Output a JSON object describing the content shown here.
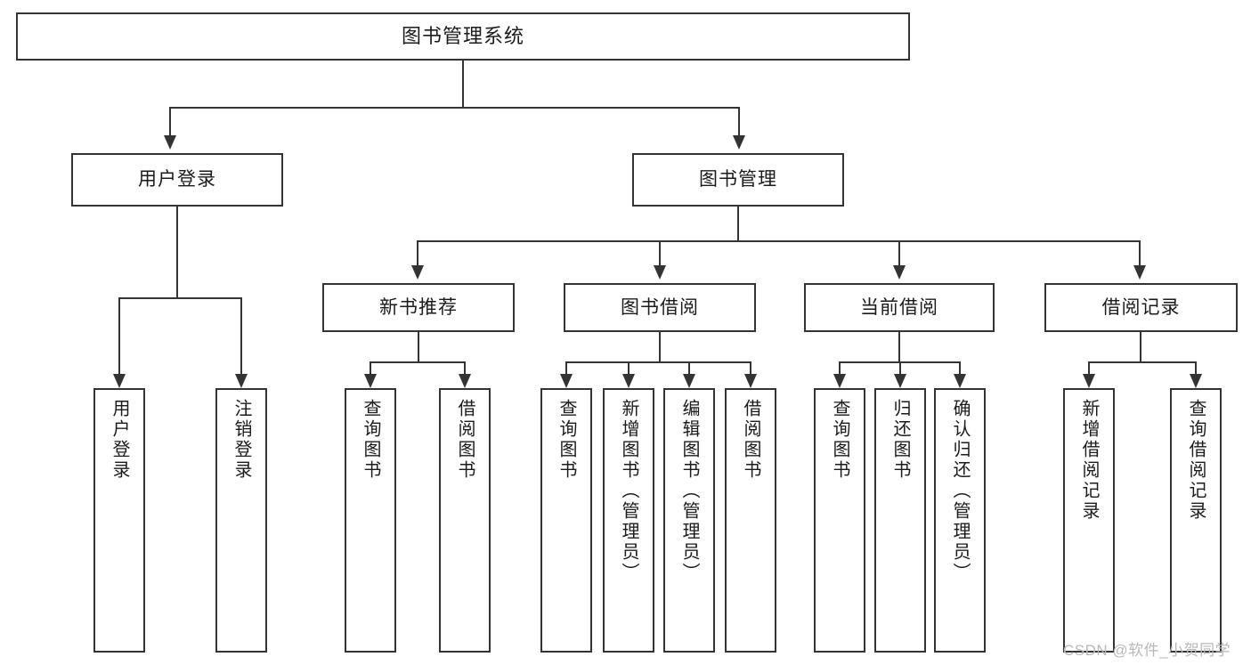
{
  "diagram": {
    "title": "图书管理系统",
    "type": "hierarchy-tree",
    "root": {
      "id": "root",
      "label": "图书管理系统",
      "orientation": "horizontal"
    },
    "level2": [
      {
        "id": "user-login",
        "label": "用户登录",
        "orientation": "horizontal"
      },
      {
        "id": "book-management",
        "label": "图书管理",
        "orientation": "horizontal"
      }
    ],
    "level3": [
      {
        "id": "new-book-recommend",
        "label": "新书推荐",
        "orientation": "horizontal"
      },
      {
        "id": "book-borrow",
        "label": "图书借阅",
        "orientation": "horizontal"
      },
      {
        "id": "current-borrow",
        "label": "当前借阅",
        "orientation": "horizontal"
      },
      {
        "id": "borrow-record",
        "label": "借阅记录",
        "orientation": "horizontal"
      }
    ],
    "leaves": {
      "user_login": [
        {
          "id": "leaf-user-login",
          "label": "用户登录",
          "orientation": "vertical"
        },
        {
          "id": "leaf-logout",
          "label": "注销登录",
          "orientation": "vertical"
        }
      ],
      "new_book_recommend": [
        {
          "id": "leaf-query-book-1",
          "label": "查询图书",
          "orientation": "vertical"
        },
        {
          "id": "leaf-borrow-book-1",
          "label": "借阅图书",
          "orientation": "vertical"
        }
      ],
      "book_borrow": [
        {
          "id": "leaf-query-book-2",
          "label": "查询图书",
          "orientation": "vertical"
        },
        {
          "id": "leaf-add-book",
          "label": "新增图书（管理员）",
          "orientation": "vertical"
        },
        {
          "id": "leaf-edit-book",
          "label": "编辑图书（管理员）",
          "orientation": "vertical"
        },
        {
          "id": "leaf-borrow-book-2",
          "label": "借阅图书",
          "orientation": "vertical"
        }
      ],
      "current_borrow": [
        {
          "id": "leaf-query-book-3",
          "label": "查询图书",
          "orientation": "vertical"
        },
        {
          "id": "leaf-return-book",
          "label": "归还图书",
          "orientation": "vertical"
        },
        {
          "id": "leaf-confirm-return",
          "label": "确认归还（管理员）",
          "orientation": "vertical"
        }
      ],
      "borrow_record": [
        {
          "id": "leaf-add-record",
          "label": "新增借阅记录",
          "orientation": "vertical"
        },
        {
          "id": "leaf-query-record",
          "label": "查询借阅记录",
          "orientation": "vertical"
        }
      ]
    }
  },
  "watermark": {
    "text": "CSDN @软件_小贺同学"
  },
  "colors": {
    "stroke": "#333333",
    "background": "#ffffff",
    "text": "#1b1b1b",
    "watermark": "#b8b8b8"
  }
}
